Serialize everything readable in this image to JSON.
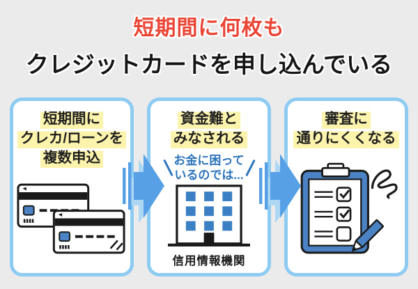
{
  "title": {
    "line1": "短期間に何枚も",
    "line2": "クレジットカードを申し込んでいる"
  },
  "steps": [
    {
      "heading_lines": [
        "短期間に",
        "クレカ/ローンを",
        "複数申込"
      ],
      "illustration": "credit-cards"
    },
    {
      "heading_lines": [
        "資金難と",
        "みなされる"
      ],
      "thought_lines": [
        "お金に困って",
        "いるのでは..."
      ],
      "caption": "信用情報機関",
      "illustration": "credit-bureau-building"
    },
    {
      "heading_lines": [
        "審査に",
        "通りにくくなる"
      ],
      "illustration": "checklist-and-pencil"
    }
  ],
  "colors": {
    "background": "#ebebeb",
    "title_red": "#ea4535",
    "text_dark": "#1a1a1a",
    "box_border_blue": "#8ecbf2",
    "arrow_blue": "#57a0e6",
    "arrow_blue_light": "#aed7f4",
    "highlight_yellow": "#fcf3ac",
    "speech_blue": "#2d74bc",
    "illustration_blue": "#4a82c3",
    "window_blue": "#3b7fc4"
  }
}
